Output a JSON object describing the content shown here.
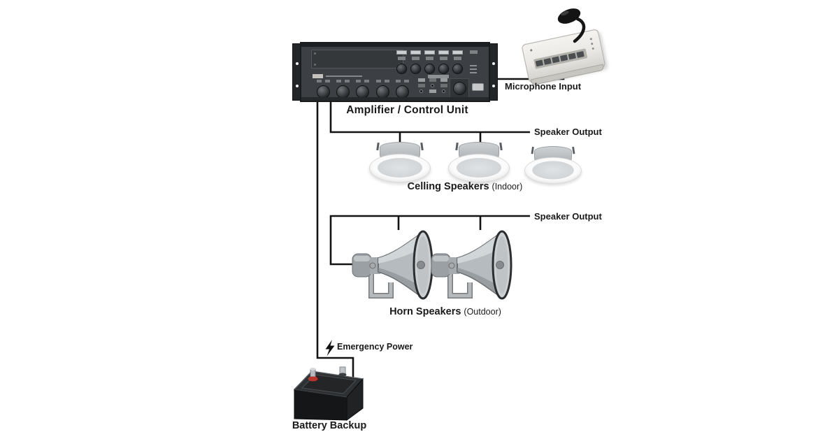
{
  "diagram": {
    "amplifier": {
      "label": "Amplifier / Control Unit"
    },
    "microphone": {
      "label": "Microphone Input"
    },
    "ceiling_speakers": {
      "label": "Celling Speakers",
      "sublabel": "(Indoor)",
      "count": 3,
      "output_label": "Speaker Output"
    },
    "horn_speakers": {
      "label": "Horn Speakers",
      "sublabel": "(Outdoor)",
      "count": 2,
      "output_label": "Speaker Output"
    },
    "battery": {
      "label": "Battery Backup",
      "power_label": "Emergency Power"
    },
    "icons": {
      "emergency": "lightning-bolt"
    },
    "colors": {
      "background": "#ffffff",
      "line": "#131313",
      "text": "#1a1a1a",
      "amplifier_face": "#3c3f43",
      "speaker_gray": "#b6bbbf",
      "console_beige": "#ece9e4",
      "battery_black": "#151617",
      "terminal_red": "#b8352a"
    }
  }
}
